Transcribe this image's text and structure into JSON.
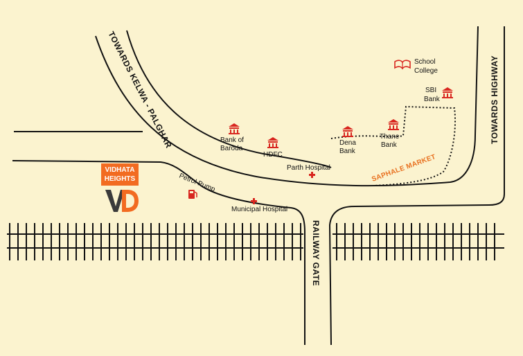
{
  "map": {
    "background": "#fbf3cf",
    "road_color": "#111111",
    "accent_color": "#e8701f",
    "icon_color": "#d8261f",
    "roads": {
      "kelwa_palghar": "TOWARDS KELWA - PALGHAR",
      "highway": "TOWARDS HIGHWAY",
      "railway_gate": "RAILWAY GATE"
    },
    "landmarks": {
      "bank_of_baroda": "Bank of Baroda",
      "bank_of_baroda_l1": "Bank of",
      "bank_of_baroda_l2": "Baroda",
      "hdfc": "HDFC",
      "parth_hospital": "Parth Hospital",
      "dena_bank_l1": "Dena",
      "dena_bank_l2": "Bank",
      "thane_bank_l1": "Thane",
      "thane_bank_l2": "Bank",
      "sbi_bank_l1": "SBI",
      "sbi_bank_l2": "Bank",
      "school_l1": "School",
      "school_l2": "College",
      "petrol_pump": "Petrol Pump",
      "municipal_hospital": "Municipal Hospital",
      "saphale_market": "SAPHALE MARKET"
    },
    "project": {
      "name_l1": "VIDHATA",
      "name_l2": "HEIGHTS",
      "logo_letter_1": "V",
      "logo_letter_2": "D",
      "logo_color_1": "#3a3a3a",
      "logo_color_2": "#f26b21"
    },
    "icons": {
      "bank": "bank-icon",
      "hospital": "hospital-cross-icon",
      "petrol": "fuel-pump-icon",
      "school": "book-icon"
    }
  }
}
